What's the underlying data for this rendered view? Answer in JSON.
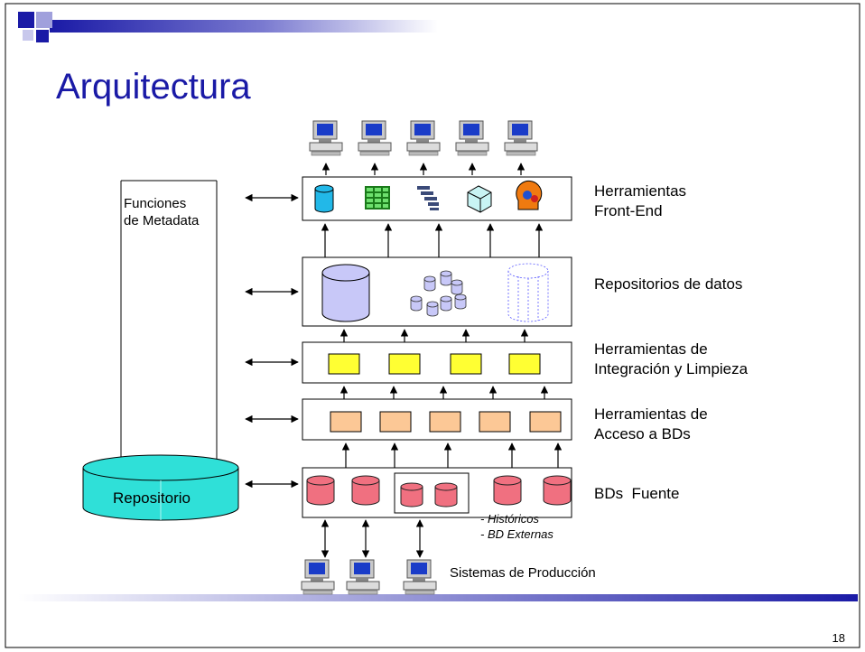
{
  "slide": {
    "title": "Arquitectura",
    "page_number": "18"
  },
  "layers": {
    "front_end": {
      "line1": "Herramientas",
      "line2": "Front-End"
    },
    "data_repos": {
      "label": "Repositorios de datos"
    },
    "integration": {
      "line1": "Herramientas de",
      "line2": "Integración y Limpieza"
    },
    "access": {
      "line1": "Herramientas de",
      "line2": "Acceso a BDs"
    },
    "sources": {
      "label": "BDs  Fuente"
    }
  },
  "metadata": {
    "line1": "Funciones",
    "line2": "de Metadata",
    "repository_label": "Repositorio"
  },
  "source_notes": {
    "line1": "- Históricos",
    "line2": "- BD Externas"
  },
  "production": {
    "label": "Sistemas de Producción"
  },
  "colors": {
    "title": "#1a1aa6",
    "repository_fill": "#2fe0d8",
    "source_db_fill": "#f07080",
    "integration_box": "#ffff33",
    "access_box": "#fcc896",
    "repo_db_fill": "#c8c8f8"
  }
}
